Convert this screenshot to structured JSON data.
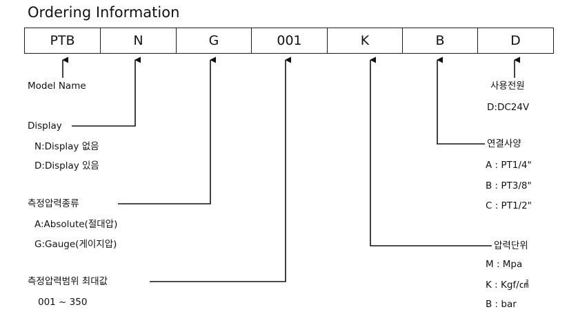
{
  "title": "Ordering Information",
  "codes": [
    "PTB",
    "N",
    "G",
    "001",
    "K",
    "B",
    "D"
  ],
  "model_name": "Model Name",
  "display": {
    "label": "Display",
    "options": [
      "N:Display  없음",
      "D:Display  있음"
    ]
  },
  "pressure_type": {
    "label": "측정압력종류",
    "options": [
      "A:Absolute(절대압)",
      "G:Gauge(게이지압)"
    ]
  },
  "pressure_range": {
    "label": "측정압력범위  최대값",
    "options": [
      "001 ~ 350"
    ]
  },
  "power": {
    "label": "사용전원",
    "options": [
      "D:DC24V"
    ]
  },
  "connection": {
    "label": "연결사양",
    "options": [
      "A : PT1/4\"",
      "B : PT3/8\"",
      "C : PT1/2\""
    ]
  },
  "unit": {
    "label": "압력단위",
    "options": [
      "M : Mpa",
      "K : Kgf/㎠",
      "B : bar"
    ]
  }
}
